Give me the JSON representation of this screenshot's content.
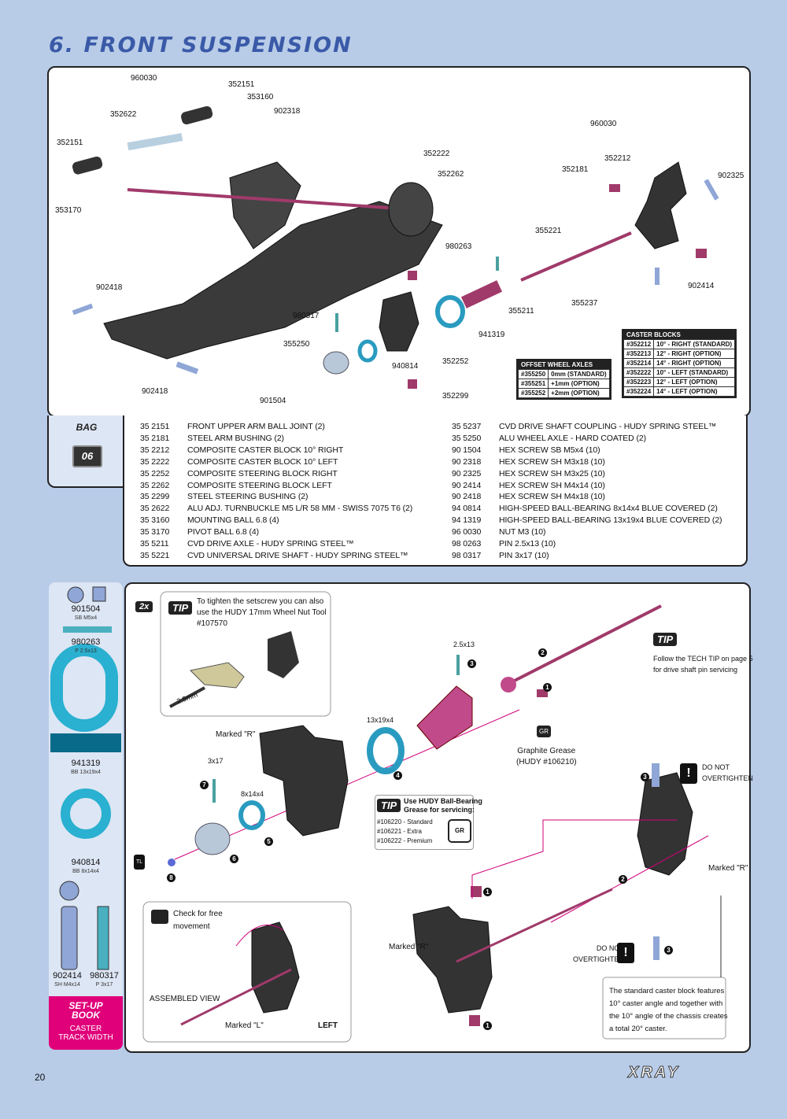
{
  "page": {
    "title": "6. FRONT SUSPENSION",
    "page_number": "20",
    "brand": "XRAY"
  },
  "top_callouts": [
    {
      "id": "c1",
      "label": "960030"
    },
    {
      "id": "c2",
      "label": "352151"
    },
    {
      "id": "c3",
      "label": "353160"
    },
    {
      "id": "c4",
      "label": "902318"
    },
    {
      "id": "c5",
      "label": "352622"
    },
    {
      "id": "c6",
      "label": "352151"
    },
    {
      "id": "c7",
      "label": "353170"
    },
    {
      "id": "c8",
      "label": "352222"
    },
    {
      "id": "c9",
      "label": "352262"
    },
    {
      "id": "c10",
      "label": "960030"
    },
    {
      "id": "c11",
      "label": "352212"
    },
    {
      "id": "c12",
      "label": "352181"
    },
    {
      "id": "c13",
      "label": "902325"
    },
    {
      "id": "c14",
      "label": "355221"
    },
    {
      "id": "c15",
      "label": "980263"
    },
    {
      "id": "c16",
      "label": "902414"
    },
    {
      "id": "c17",
      "label": "355237"
    },
    {
      "id": "c18",
      "label": "355211"
    },
    {
      "id": "c19",
      "label": "902418"
    },
    {
      "id": "c20",
      "label": "980317"
    },
    {
      "id": "c21",
      "label": "941319"
    },
    {
      "id": "c22",
      "label": "355250"
    },
    {
      "id": "c23",
      "label": "940814"
    },
    {
      "id": "c24",
      "label": "352252"
    },
    {
      "id": "c25",
      "label": "902418"
    },
    {
      "id": "c26",
      "label": "901504"
    },
    {
      "id": "c27",
      "label": "352299"
    }
  ],
  "offset_table": {
    "title": "OFFSET WHEEL AXLES",
    "rows": [
      [
        "#355250",
        "0mm (STANDARD)"
      ],
      [
        "#355251",
        "+1mm (OPTION)"
      ],
      [
        "#355252",
        "+2mm (OPTION)"
      ]
    ]
  },
  "caster_table": {
    "title": "CASTER BLOCKS",
    "rows": [
      [
        "#352212",
        "10° - RIGHT (STANDARD)"
      ],
      [
        "#352213",
        "12° - RIGHT (OPTION)"
      ],
      [
        "#352214",
        "14° - RIGHT (OPTION)"
      ],
      [
        "#352222",
        "10° - LEFT (STANDARD)"
      ],
      [
        "#352223",
        "12° - LEFT (OPTION)"
      ],
      [
        "#352224",
        "14° - LEFT (OPTION)"
      ]
    ]
  },
  "bag": {
    "label": "BAG",
    "number": "06"
  },
  "parts_left": [
    [
      "35 2151",
      "FRONT UPPER ARM BALL JOINT (2)"
    ],
    [
      "35 2181",
      "STEEL ARM BUSHING (2)"
    ],
    [
      "35 2212",
      "COMPOSITE CASTER BLOCK 10° RIGHT"
    ],
    [
      "35 2222",
      "COMPOSITE CASTER BLOCK 10° LEFT"
    ],
    [
      "35 2252",
      "COMPOSITE STEERING BLOCK RIGHT"
    ],
    [
      "35 2262",
      "COMPOSITE STEERING BLOCK LEFT"
    ],
    [
      "35 2299",
      "STEEL STEERING BUSHING (2)"
    ],
    [
      "35 2622",
      "ALU ADJ. TURNBUCKLE M5 L/R 58 MM - SWISS 7075 T6 (2)"
    ],
    [
      "35 3160",
      "MOUNTING BALL 6.8 (4)"
    ],
    [
      "35 3170",
      "PIVOT BALL 6.8 (4)"
    ],
    [
      "35 5211",
      "CVD DRIVE AXLE  - HUDY SPRING STEEL™"
    ],
    [
      "35 5221",
      "CVD UNIVERSAL DRIVE SHAFT  - HUDY SPRING STEEL™"
    ]
  ],
  "parts_right": [
    [
      "35 5237",
      "CVD DRIVE SHAFT COUPLING  - HUDY SPRING STEEL™"
    ],
    [
      "35 5250",
      "ALU WHEEL AXLE - HARD COATED (2)"
    ],
    [
      "90 1504",
      "HEX SCREW  SB M5x4  (10)"
    ],
    [
      "90 2318",
      "HEX SCREW  SH M3x18  (10)"
    ],
    [
      "90 2325",
      "HEX SCREW  SH M3x25  (10)"
    ],
    [
      "90 2414",
      "HEX SCREW  SH M4x14  (10)"
    ],
    [
      "90 2418",
      "HEX SCREW  SH M4x18  (10)"
    ],
    [
      "94 0814",
      "HIGH-SPEED BALL-BEARING 8x14x4 BLUE COVERED (2)"
    ],
    [
      "94 1319",
      "HIGH-SPEED BALL-BEARING 13x19x4 BLUE COVERED (2)"
    ],
    [
      "96 0030",
      "NUT M3  (10)"
    ],
    [
      "98 0263",
      "PIN 2.5x13  (10)"
    ],
    [
      "98 0317",
      "PIN 3x17  (10)"
    ]
  ],
  "side": {
    "p1": {
      "code": "901504",
      "spec": "SB M5x4"
    },
    "p2": {
      "code": "980263",
      "spec": "P 2.5x13"
    },
    "p3": {
      "code": "941319",
      "spec": "BB 13x19x4"
    },
    "p4": {
      "code": "940814",
      "spec": "BB 8x14x4"
    },
    "p5": {
      "code": "902414",
      "spec": "SH M4x14"
    },
    "p6": {
      "code": "980317",
      "spec": "P 3x17"
    },
    "setup_title_1": "SET-UP",
    "setup_title_2": "BOOK",
    "setup_line_1": "CASTER",
    "setup_line_2": "TRACK WIDTH"
  },
  "bottom": {
    "times": "2x",
    "tip": "TIP",
    "tip1_text": [
      "To tighten the setscrew you can also",
      "use the HUDY 17mm Wheel Nut Tool",
      "#107570"
    ],
    "tool_size": "2.5mm",
    "tip2_text": [
      "Follow the TECH TIP on page 5",
      "for drive shaft pin servicing"
    ],
    "size_2513": "2.5x13",
    "size_13194": "13x19x4",
    "size_317": "3x17",
    "size_8144": "8x14x4",
    "marked_r": "Marked \"R\"",
    "marked_l": "Marked \"L\"",
    "graphite": [
      "Graphite Grease",
      "(HUDY #106210)"
    ],
    "gr": "GR",
    "bearing_tip_title": [
      "Use HUDY Ball-Bearing",
      "Grease for servicing:"
    ],
    "bearing_tip_items": [
      "#106220 - Standard",
      "#106221 - Extra",
      "#106222 - Premium"
    ],
    "do_not": [
      "DO NOT",
      "OVERTIGHTEN"
    ],
    "check_free": [
      "Check for free",
      "movement"
    ],
    "assembled": "ASSEMBLED VIEW",
    "left_mark": "LEFT",
    "tl": "TL",
    "caster_note": [
      "The standard caster block features",
      "10° caster angle and together with",
      "the 10° angle of the chassis creates",
      "a total 20° caster."
    ],
    "steps": [
      "1",
      "2",
      "3",
      "4",
      "5",
      "6",
      "7",
      "8"
    ]
  }
}
